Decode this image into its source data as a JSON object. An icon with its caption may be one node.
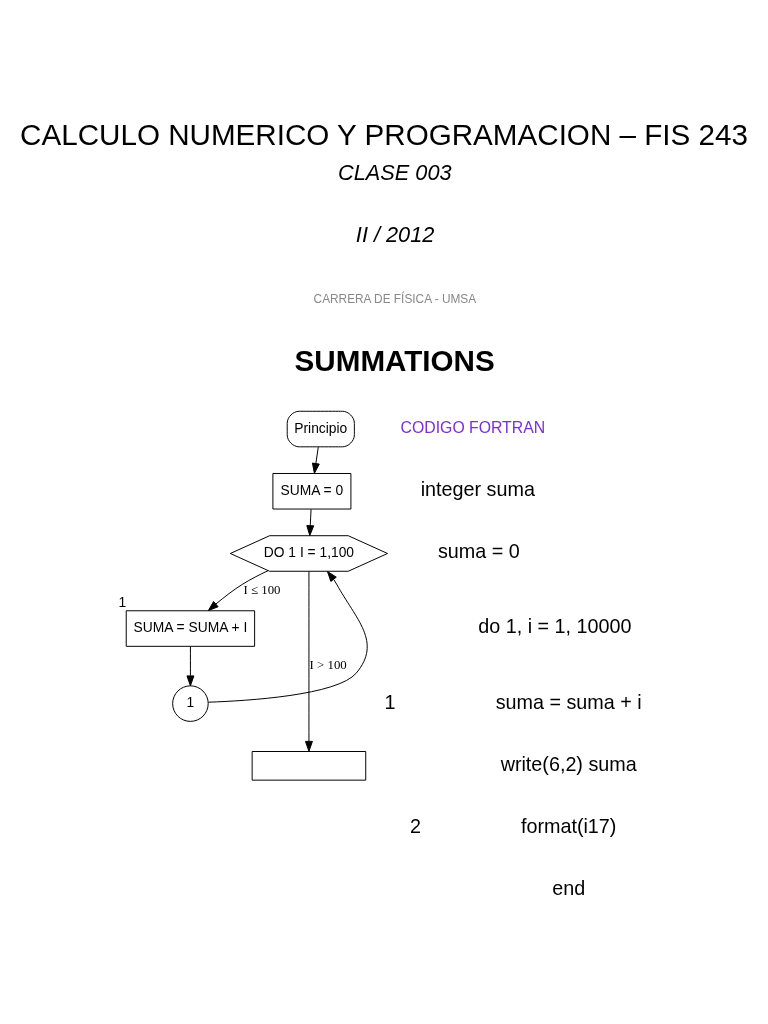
{
  "diagram": {
    "title": "CALCULO NUMERICO Y PROGRAMACION – FIS 243",
    "nodes": [
      {
        "text": [
          "Principio"
        ]
      },
      {
        "text": [
          "SUMA = 0"
        ]
      },
      {
        "text": [
          "DO 1 I = 1,100"
        ]
      },
      {
        "text": [
          "SUMA = SUMA + I"
        ],
        "beside": [
          "1"
        ]
      },
      {
        "text": [
          "1"
        ]
      },
      {
        "text": [],
        "shape": "box"
      }
    ],
    "edges": [
      {
        "from": 0,
        "to": 1,
        "arrow": "to"
      },
      {
        "from": 1,
        "to": 2,
        "arrow": "to"
      },
      {
        "from": 2,
        "to": 3,
        "arrow": "to",
        "label": "I ≤ 100"
      },
      {
        "from": 3,
        "to": 4,
        "arrow": "to"
      },
      {
        "from": 4,
        "to": 2,
        "arrow": "to"
      },
      {
        "from": 2,
        "to": 5,
        "arrow": "to",
        "label": "I > 100"
      }
    ],
    "labels": [
      "CLASE 003",
      "II / 2012",
      "CARRERA DE FÍSICA - UMSA",
      "SUMMATIONS",
      "CODIGO FORTRAN",
      "integer suma",
      "suma = 0",
      "do 1, i = 1, 10000",
      "1",
      "suma = suma + i",
      "write(6,2) suma",
      "2",
      "format(i17)",
      "end"
    ]
  }
}
